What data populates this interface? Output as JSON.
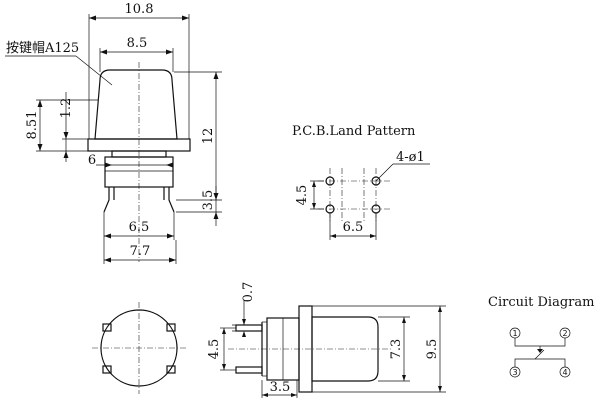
{
  "labels": {
    "cap_note": "按键帽A125",
    "pcb_title": "P.C.B.Land Pattern",
    "hole_note": "4-ø1",
    "circuit_title": "Circuit Diagram"
  },
  "dims": {
    "overall_width": "10.8",
    "cap_width": "8.5",
    "body_height": "8.51",
    "cap_step": "1.2",
    "total_height": "12",
    "stem_width": "6",
    "pin_length": "3.5",
    "pin_pitch": "6.5",
    "base_width": "7.7",
    "pcb_vert": "4.5",
    "pcb_horiz": "6.5",
    "side_pin_thick": "0.7",
    "side_pin_pitch": "4.5",
    "side_cap_height": "7.3",
    "side_total_height": "9.5",
    "side_pin_len": "3.5"
  },
  "pins": [
    "1",
    "2",
    "3",
    "4"
  ]
}
